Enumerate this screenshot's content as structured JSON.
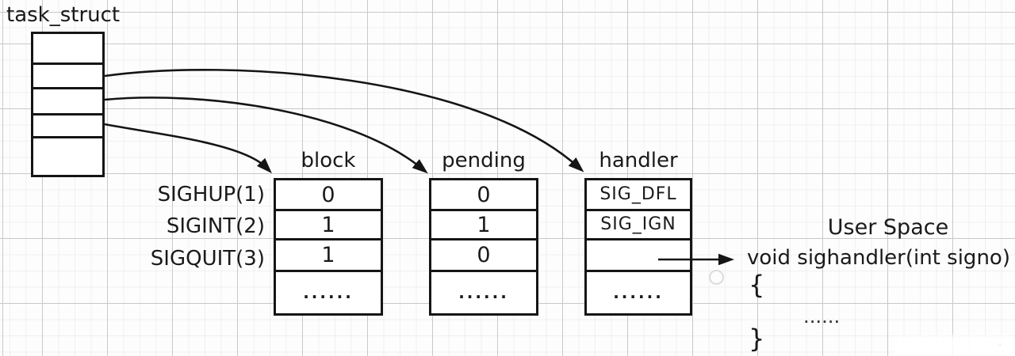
{
  "diagram": {
    "task_struct_label": "task_struct",
    "row_labels": [
      "SIGHUP(1)",
      "SIGINT(2)",
      "SIGQUIT(3)"
    ],
    "columns": [
      {
        "id": "block",
        "header": "block",
        "values": [
          "0",
          "1",
          "1",
          "......"
        ]
      },
      {
        "id": "pending",
        "header": "pending",
        "values": [
          "0",
          "1",
          "0",
          "......"
        ]
      },
      {
        "id": "handler",
        "header": "handler",
        "values": [
          "SIG_DFL",
          "SIG_IGN",
          "",
          "......"
        ]
      }
    ],
    "user_space": {
      "title": "User Space",
      "signature": "void sighandler(int signo)",
      "open_brace": "{",
      "body_dots": "......",
      "close_brace": "}"
    },
    "colors": {
      "stroke": "#151515",
      "text": "#1a1a1a",
      "grid_major": "#cac8c8",
      "grid_minor": "#efecec",
      "background": "#fdfdfd"
    }
  }
}
